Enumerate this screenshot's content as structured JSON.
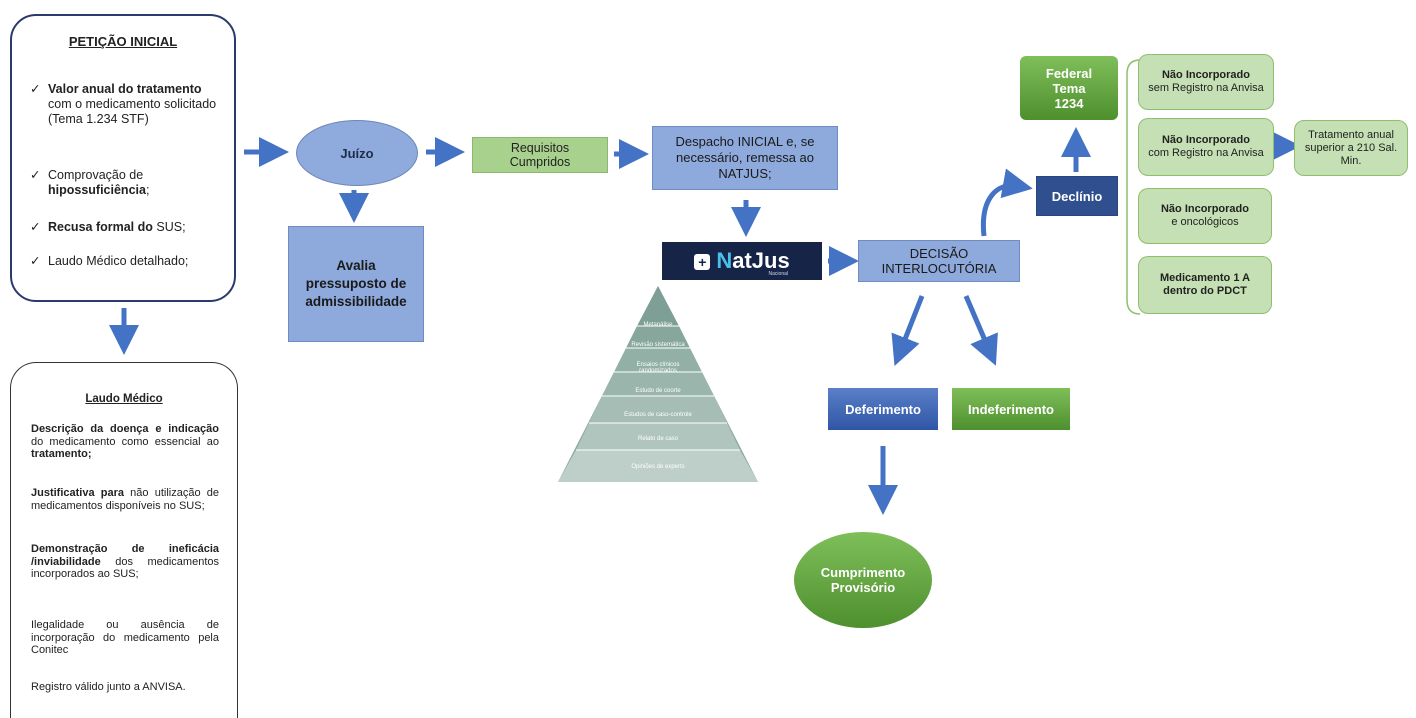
{
  "peticao": {
    "title": "PETIÇÃO INICIAL",
    "check": "✓",
    "item1_bold": "Valor anual do tratamento",
    "item1_rest": " com o medicamento solicitado (Tema 1.234 STF)",
    "item2_pre": "Comprovação de ",
    "item2_bold": "hipossuficiência",
    "item2_post": ";",
    "item3_bold": "Recusa formal do",
    "item3_rest": " SUS;",
    "item4": "Laudo Médico detalhado;"
  },
  "laudo": {
    "title": "Laudo Médico",
    "p1_bold1": "Descrição da doença e indicação",
    "p1_mid": " do medicamento como essencial ao ",
    "p1_bold2": "tratamento;",
    "p2_bold": "Justificativa para",
    "p2_rest": " não utilização de medicamentos disponíveis no SUS;",
    "p3_bold": "Demonstração de ineficácia /inviabilidade",
    "p3_rest": " dos medicamentos incorporados ao SUS;",
    "p4": "Ilegalidade ou ausência de incorporação do medicamento pela Conitec",
    "p5": "Registro válido junto a ANVISA."
  },
  "juizo": "Juízo",
  "avalia": "Avalia pressuposto de admissibilidade",
  "requisitos": "Requisitos Cumpridos",
  "despacho": "Despacho INICIAL e, se necessário, remessa ao NATJUS;",
  "natjus": {
    "brand_prefix": "N",
    "brand_rest": "atJus",
    "sub": "Nacional",
    "plus": "+"
  },
  "pyramid": [
    "Metanálise",
    "Revisão sistemática",
    "Ensaios clínicos randomizados",
    "Estudo de coorte",
    "Estudos de caso-controle",
    "Relato de caso",
    "Opiniões de experts"
  ],
  "decisao": "DECISÃO INTERLOCUTÓRIA",
  "deferimento": "Deferimento",
  "indeferimento": "Indeferimento",
  "cumprimento": "Cumprimento Provisório",
  "declinio": "Declínio",
  "federal": "Federal Tema 1234",
  "options": [
    {
      "bold": "Não Incorporado",
      "rest": "sem Registro na Anvisa"
    },
    {
      "bold": "Não Incorporado",
      "rest": "com Registro na Anvisa"
    },
    {
      "bold": "Não Incorporado",
      "rest": "e oncológicos"
    },
    {
      "bold": "Medicamento 1 A dentro do PDCT",
      "rest": ""
    }
  ],
  "tratamento": "Tratamento anual superior a 210 Sal. Min.",
  "colors": {
    "navy": "#2b3a6b",
    "light_blue": "#8faadc",
    "arrow_blue": "#4472c4",
    "green": "#70ad47",
    "light_green": "#c5e0b4"
  }
}
